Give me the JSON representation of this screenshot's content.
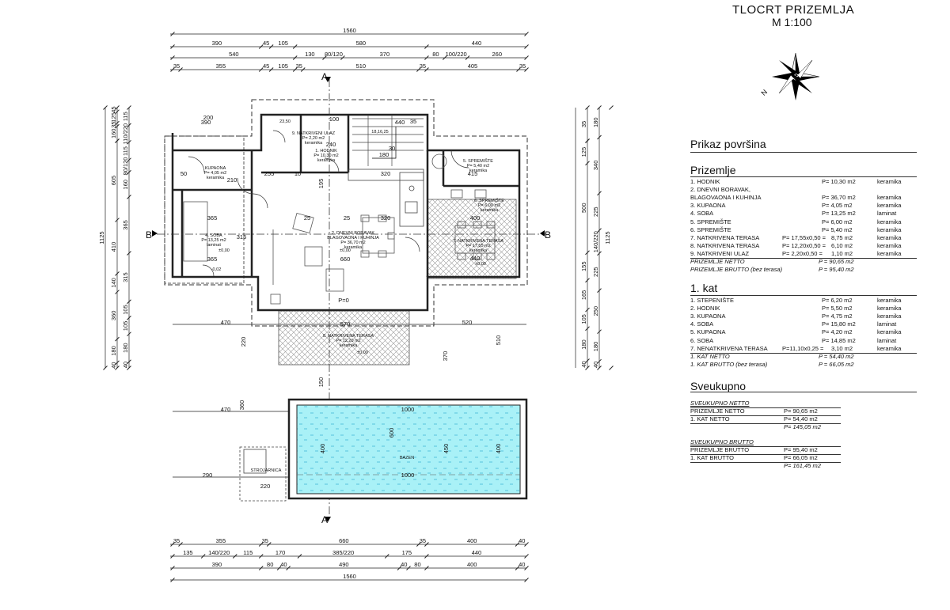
{
  "title": "TLOCRT PRIZEMLJA",
  "scale": "M 1:100",
  "compass": "N",
  "summary": {
    "heading": "Prikaz površina",
    "ground": {
      "heading": "Prizemlje",
      "rows": [
        {
          "label": "1.  HODNIK",
          "calc": "",
          "area": "P= 10,30 m2",
          "finish": "keramika"
        },
        {
          "label": "2.  DNEVNI BORAVAK,",
          "calc": "",
          "area": "",
          "finish": ""
        },
        {
          "label": "      BLAGOVAONA I KUHINJA",
          "calc": "",
          "area": "P= 36,70 m2",
          "finish": "keramika"
        },
        {
          "label": "3.  KUPAONA",
          "calc": "",
          "area": "P=   4,05 m2",
          "finish": "keramika"
        },
        {
          "label": "4.  SOBA",
          "calc": "",
          "area": "P= 13,25 m2",
          "finish": "laminat"
        },
        {
          "label": "5.  SPREMIŠTE",
          "calc": "",
          "area": "P=   6,00 m2",
          "finish": "keramika"
        },
        {
          "label": "6.  SPREMIŠTE",
          "calc": "",
          "area": "P=   5,40 m2",
          "finish": "keramika"
        },
        {
          "label": "7.  NATKRIVENA TERASA",
          "calc": "P= 17,55x0,50 =",
          "area": "8,75 m2",
          "finish": "keramika"
        },
        {
          "label": "8.  NATKRIVENA TERASA",
          "calc": "P= 12,20x0,50 =",
          "area": "6,10 m2",
          "finish": "keramika"
        },
        {
          "label": "9.  NATKRIVENI ULAZ",
          "calc": "P=   2,20x0,50 =",
          "area": "1,10 m2",
          "finish": "keramika"
        }
      ],
      "net_label": "PRIZEMLJE NETTO",
      "net_value": "P = 90,65 m2",
      "gross_label": "PRIZEMLJE  BRUTTO (bez terasa)",
      "gross_value": "P = 95,40 m2"
    },
    "first": {
      "heading": "1. kat",
      "rows": [
        {
          "label": "1.  STEPENIŠTE",
          "calc": "",
          "area": "P=   6,20 m2",
          "finish": "keramika"
        },
        {
          "label": "2.  HODNIK",
          "calc": "",
          "area": "P=   5,50 m2",
          "finish": "keramika"
        },
        {
          "label": "3.  KUPAONA",
          "calc": "",
          "area": "P=   4,75 m2",
          "finish": "keramika"
        },
        {
          "label": "4.  SOBA",
          "calc": "",
          "area": "P= 15,80 m2",
          "finish": "laminat"
        },
        {
          "label": "5.  KUPAONA",
          "calc": "",
          "area": "P=   4,20 m2",
          "finish": "keramika"
        },
        {
          "label": "6.  SOBA",
          "calc": "",
          "area": "P= 14,85 m2",
          "finish": "laminat"
        },
        {
          "label": "7.  NENATKRIVENA TERASA",
          "calc": "P=11,10x0,25 =",
          "area": "3,10 m2",
          "finish": "keramika"
        }
      ],
      "net_label": "1. KAT NETTO",
      "net_value": "P = 54,40 m2",
      "gross_label": "1. KAT  BRUTTO (bez terasa)",
      "gross_value": "P = 66,05 m2"
    },
    "total": {
      "heading": "Sveukupno",
      "net": {
        "heading": "SVEUKUPNO NETTO",
        "rows": [
          {
            "label": "PRIZEMLJE NETTO",
            "value": "P=   90,65 m2"
          },
          {
            "label": "1. KAT NETTO",
            "value": "P=   54,40 m2"
          }
        ],
        "sum": "P= 145,05 m2"
      },
      "gross": {
        "heading": "SVEUKUPNO  BRUTTO",
        "rows": [
          {
            "label": "PRIZEMLJE BRUTTO",
            "value": "P=   95,40 m2"
          },
          {
            "label": "1. KAT BRUTTO",
            "value": "P=   66,05 m2"
          }
        ],
        "sum": "P= 161,45 m2"
      }
    }
  },
  "plan": {
    "section_marks": [
      "A",
      "A",
      "B",
      "B"
    ],
    "dims_top": [
      [
        "1560"
      ],
      [
        "390",
        "45",
        "105",
        "580",
        "440"
      ],
      [
        "540",
        "130",
        "80/120",
        "370",
        "80",
        "100/220",
        "260"
      ],
      [
        "35",
        "355",
        "45",
        "105",
        "35",
        "510",
        "35",
        "405",
        "35"
      ]
    ],
    "dims_bottom": [
      [
        "35",
        "355",
        "35",
        "660",
        "35",
        "400",
        "40"
      ],
      [
        "135",
        "140/220",
        "115",
        "170",
        "385/220",
        "175",
        "440"
      ],
      [
        "390",
        "80",
        "40",
        "490",
        "40",
        "80",
        "400",
        "40"
      ],
      [
        "1560"
      ]
    ],
    "dims_left_outer": [
      "1125"
    ],
    "dims_left_mid": [
      "605",
      "410",
      "140",
      "360",
      "180",
      "40"
    ],
    "dims_left_inner": [
      "115",
      "110/220",
      "115",
      "80/120",
      "160",
      "365",
      "315",
      "105",
      "105",
      "180",
      "40"
    ],
    "dims_left_top": [
      "45",
      "125",
      "35",
      "160"
    ],
    "dims_right_outer": [
      "1125"
    ],
    "dims_right_mid": [
      "180",
      "340",
      "225",
      "140/220",
      "225",
      "250",
      "180",
      "40"
    ],
    "dims_right_inner": [
      "125",
      "500",
      "155",
      "165",
      "105",
      "180",
      "40"
    ],
    "dims_right_top": [
      "35"
    ],
    "interior_dims": [
      "390",
      "440",
      "470",
      "520",
      "470",
      "290",
      "220",
      "1000",
      "1000",
      "600",
      "400",
      "450",
      "400",
      "370",
      "510",
      "360",
      "150",
      "220",
      "365",
      "365",
      "315",
      "320",
      "320",
      "400",
      "415",
      "440",
      "660",
      "570",
      "255",
      "210",
      "200",
      "100",
      "10",
      "25",
      "25",
      "195",
      "240",
      "180",
      "50",
      "30",
      "35"
    ],
    "rooms": [
      {
        "name": "KUPAONA",
        "area": "P= 4,05 m2",
        "finish": "keramika"
      },
      {
        "name": "4. SOBA",
        "area": "P= 13,25 m2",
        "finish": "laminat"
      },
      {
        "name": "1. HODNIK",
        "area": "P= 10,30 m2",
        "finish": "keramika"
      },
      {
        "name": "2. DNEVNI BORAVAK",
        "sub": "BLAGOVAONA I KUHINJA",
        "area": "P= 36,70 m2",
        "finish": "keramika"
      },
      {
        "name": "5. SPREMIŠTE",
        "area": "P= 5,40 m2",
        "finish": "keramika"
      },
      {
        "name": "6. SPREMIŠTE",
        "area": "P= 6,00 m2",
        "finish": "keramika"
      },
      {
        "name": "7. NATKRIVENA TERASA",
        "area": "P= 17,55 m2",
        "finish": "keramika"
      },
      {
        "name": "8. NATKRIVENA TERASA",
        "area": "P= 12,20 m2",
        "finish": "keramika"
      },
      {
        "name": "9. NATKRIVENI ULAZ",
        "area": "P= 2,20 m2",
        "finish": "keramika"
      },
      {
        "name": "BAZEN"
      },
      {
        "name": "STROJARNICA"
      }
    ],
    "levels": [
      "±0,00",
      "±0,00",
      "±0,00",
      "±0,00",
      "-0,02"
    ],
    "stair_labels": [
      "23,50",
      "18,16,25"
    ],
    "misc": [
      "P=0"
    ]
  }
}
